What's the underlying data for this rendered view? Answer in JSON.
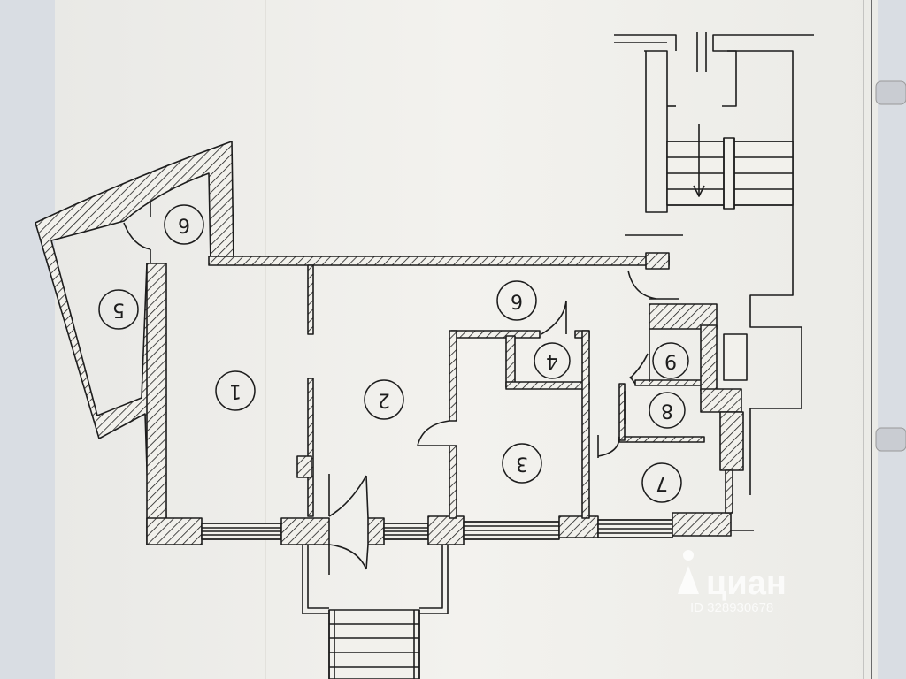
{
  "rooms": [
    {
      "label": "1"
    },
    {
      "label": "2"
    },
    {
      "label": "3"
    },
    {
      "label": "4"
    },
    {
      "label": "5"
    },
    {
      "label": "6"
    },
    {
      "label": "6"
    },
    {
      "label": "7"
    },
    {
      "label": "8"
    },
    {
      "label": "9"
    }
  ],
  "watermark": {
    "brand": "циан",
    "id": "ID 328930678"
  },
  "colors": {
    "paper": "#f2f1ec",
    "ink": "#1d1d1d",
    "background": "#d9dde3"
  }
}
